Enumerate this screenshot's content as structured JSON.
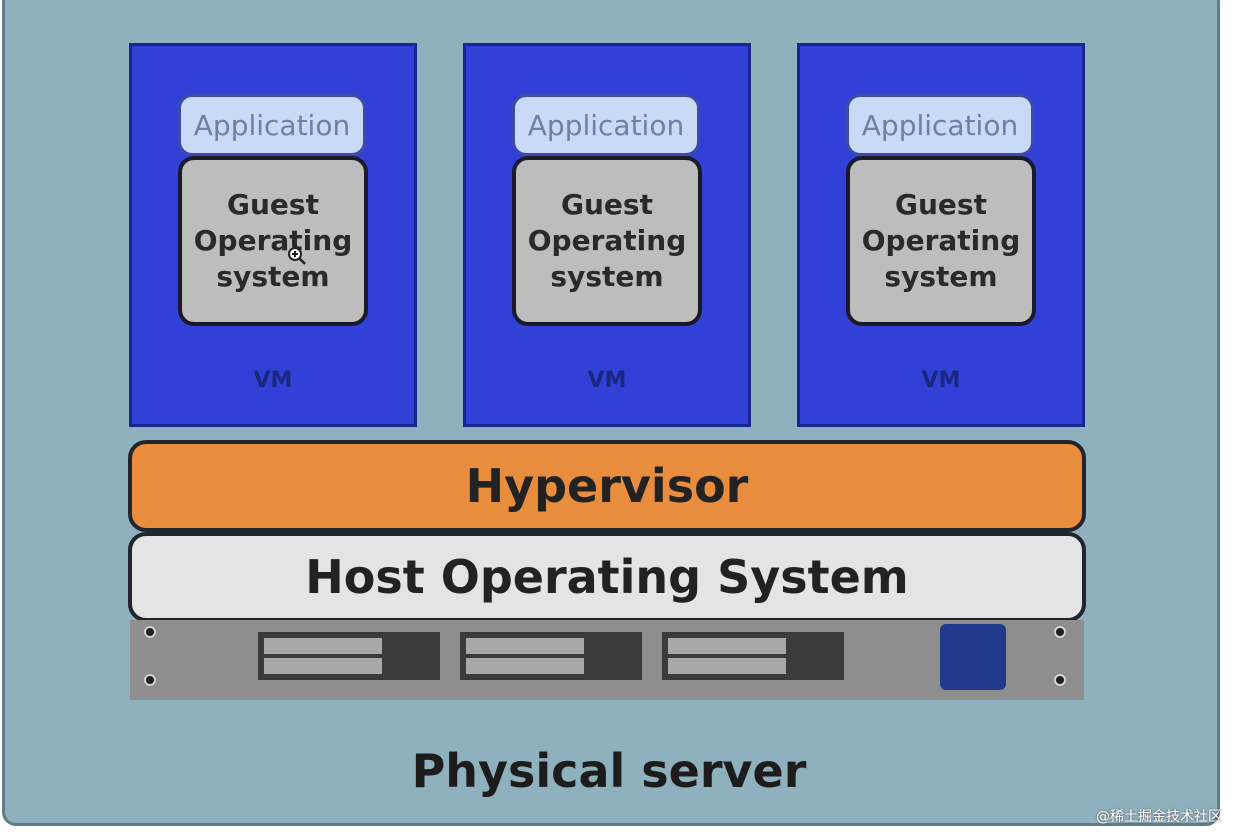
{
  "vms": [
    {
      "application_label": "Application",
      "guest_os_label": "Guest\nOperating\nsystem",
      "vm_label": "VM"
    },
    {
      "application_label": "Application",
      "guest_os_label": "Guest\nOperating\nsystem",
      "vm_label": "VM"
    },
    {
      "application_label": "Application",
      "guest_os_label": "Guest\nOperating\nsystem",
      "vm_label": "VM"
    }
  ],
  "hypervisor_label": "Hypervisor",
  "host_os_label": "Host Operating System",
  "physical_server_label": "Physical server",
  "watermark": "@稀土掘金技术社区",
  "colors": {
    "server_frame": "#8fb0bd",
    "vm_fill": "#3140d6",
    "application_fill": "#c8daf5",
    "guest_os_fill": "#bdbdbd",
    "hypervisor_fill": "#e88d3e",
    "host_os_fill": "#e4e4e4",
    "rack_fill": "#8e8e8e",
    "power_button": "#223a8c"
  },
  "icons": {
    "cursor": "zoom-cursor-icon",
    "screws": "screw-icon",
    "power": "power-button-icon"
  }
}
